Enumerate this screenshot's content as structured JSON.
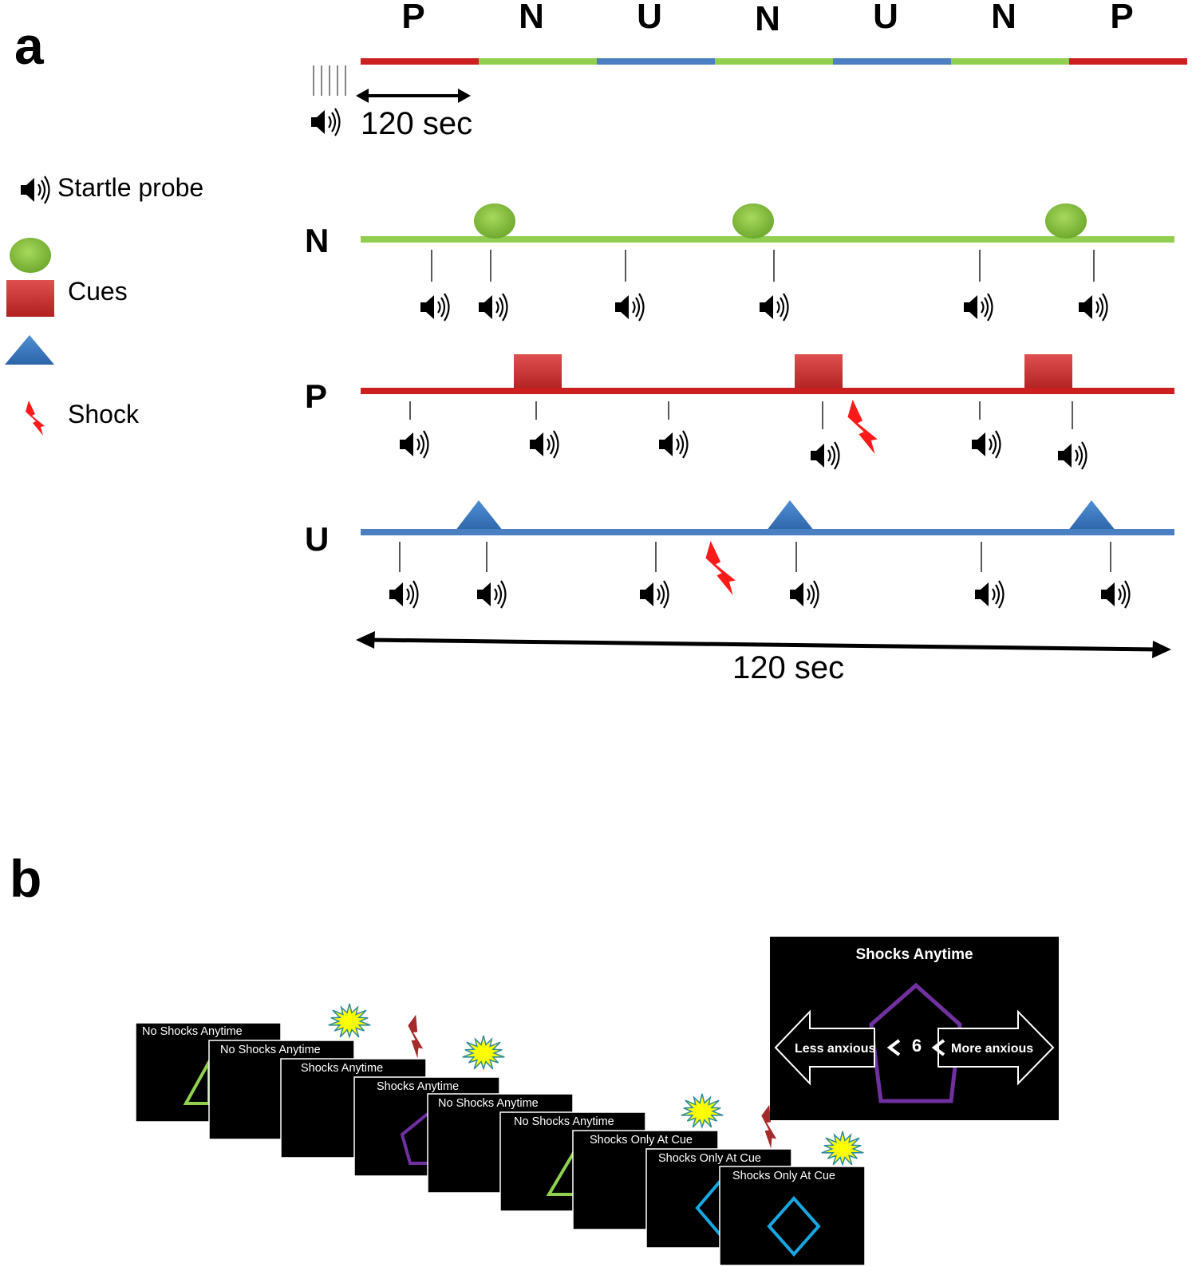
{
  "panel_a": {
    "letter": "a",
    "sequence": [
      "P",
      "N",
      "U",
      "N",
      "U",
      "N",
      "P"
    ],
    "sequence_colors": [
      "#cc1f1f",
      "#92cf50",
      "#4a7fc1",
      "#92cf50",
      "#4a7fc1",
      "#92cf50",
      "#cc1f1f"
    ],
    "segment_duration": "120 sec",
    "legend": {
      "startle": "Startle probe",
      "cues": "Cues",
      "shock": "Shock"
    },
    "rows": [
      {
        "label": "N",
        "cue_shape": "circle",
        "color": "#92cf50"
      },
      {
        "label": "P",
        "cue_shape": "square",
        "color": "#cc1f1f"
      },
      {
        "label": "U",
        "cue_shape": "triangle",
        "color": "#4a7fc1"
      }
    ],
    "total_duration": "120 sec",
    "colors": {
      "green": "#92cf50",
      "red": "#cc1f1f",
      "blue": "#4a7fc1",
      "shock": "#ff1a1a"
    }
  },
  "panel_b": {
    "letter": "b",
    "screens": [
      {
        "title": "No Shocks Anytime",
        "shape": "triangle"
      },
      {
        "title": "No Shocks Anytime",
        "shape": ""
      },
      {
        "title": "Shocks Anytime",
        "shape": ""
      },
      {
        "title": "Shocks Anytime",
        "shape": "pentagon"
      },
      {
        "title": "No Shocks Anytime",
        "shape": ""
      },
      {
        "title": "No Shocks Anytime",
        "shape": "triangle"
      },
      {
        "title": "Shocks Only At Cue",
        "shape": ""
      },
      {
        "title": "Shocks Only At Cue",
        "shape": "diamond"
      },
      {
        "title": "Shocks Only At Cue",
        "shape": "diamond"
      }
    ],
    "rating_screen": {
      "title": "Shocks Anytime",
      "less_label": "Less anxious",
      "more_label": "More anxious",
      "value": "6"
    },
    "colors": {
      "green": "#8fd14f",
      "purple": "#7030a0",
      "cyan": "#17a8e3",
      "burst": "#ffff00",
      "burst_edge": "#2e8b9a",
      "bolt": "#a52a2a"
    }
  }
}
